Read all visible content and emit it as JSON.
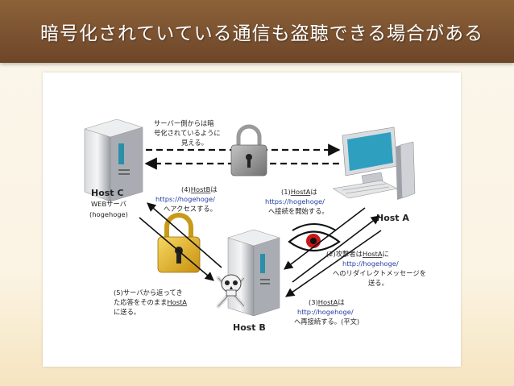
{
  "slide": {
    "title": "暗号化されていている通信も盗聴できる場合がある"
  },
  "diagram": {
    "note_server_view": [
      "サーバー側からは暗",
      "号化されているように",
      "見える。"
    ],
    "host_c": {
      "name": "Host C",
      "desc1": "WEBサーバ",
      "desc2": "(hogehoge)"
    },
    "host_a": {
      "name": "Host A"
    },
    "host_b": {
      "name": "Host B"
    },
    "step1": {
      "prefix": "(1)",
      "host": "HostA",
      "suffix": "は",
      "url": "https://hogehoge/",
      "text": "へ接続を開始する。"
    },
    "step2": {
      "prefix": "(2)攻撃者は",
      "host": "HostA",
      "suffix": "に",
      "url": "http://hogehoge/",
      "line3": "へのリダイレクトメッセージを",
      "line4": "送る。"
    },
    "step3": {
      "prefix": "(3)",
      "host": "HostA",
      "suffix": "は",
      "url": "http://hogehoge/",
      "text": "へ再接続する。(平文)"
    },
    "step4": {
      "prefix": "(4)",
      "host": "HostB",
      "suffix": "は",
      "url": "https://hogehoge/",
      "text": "へアクセスする。"
    },
    "step5": {
      "line1": "(5)サーバから返ってき",
      "line2": "た応答をそのまま",
      "host": "HostA",
      "line3": "に送る。"
    },
    "colors": {
      "lock_gold": "#e8b820",
      "lock_gray": "#8a8a8a",
      "link_blue": "#1f3fa0"
    }
  }
}
